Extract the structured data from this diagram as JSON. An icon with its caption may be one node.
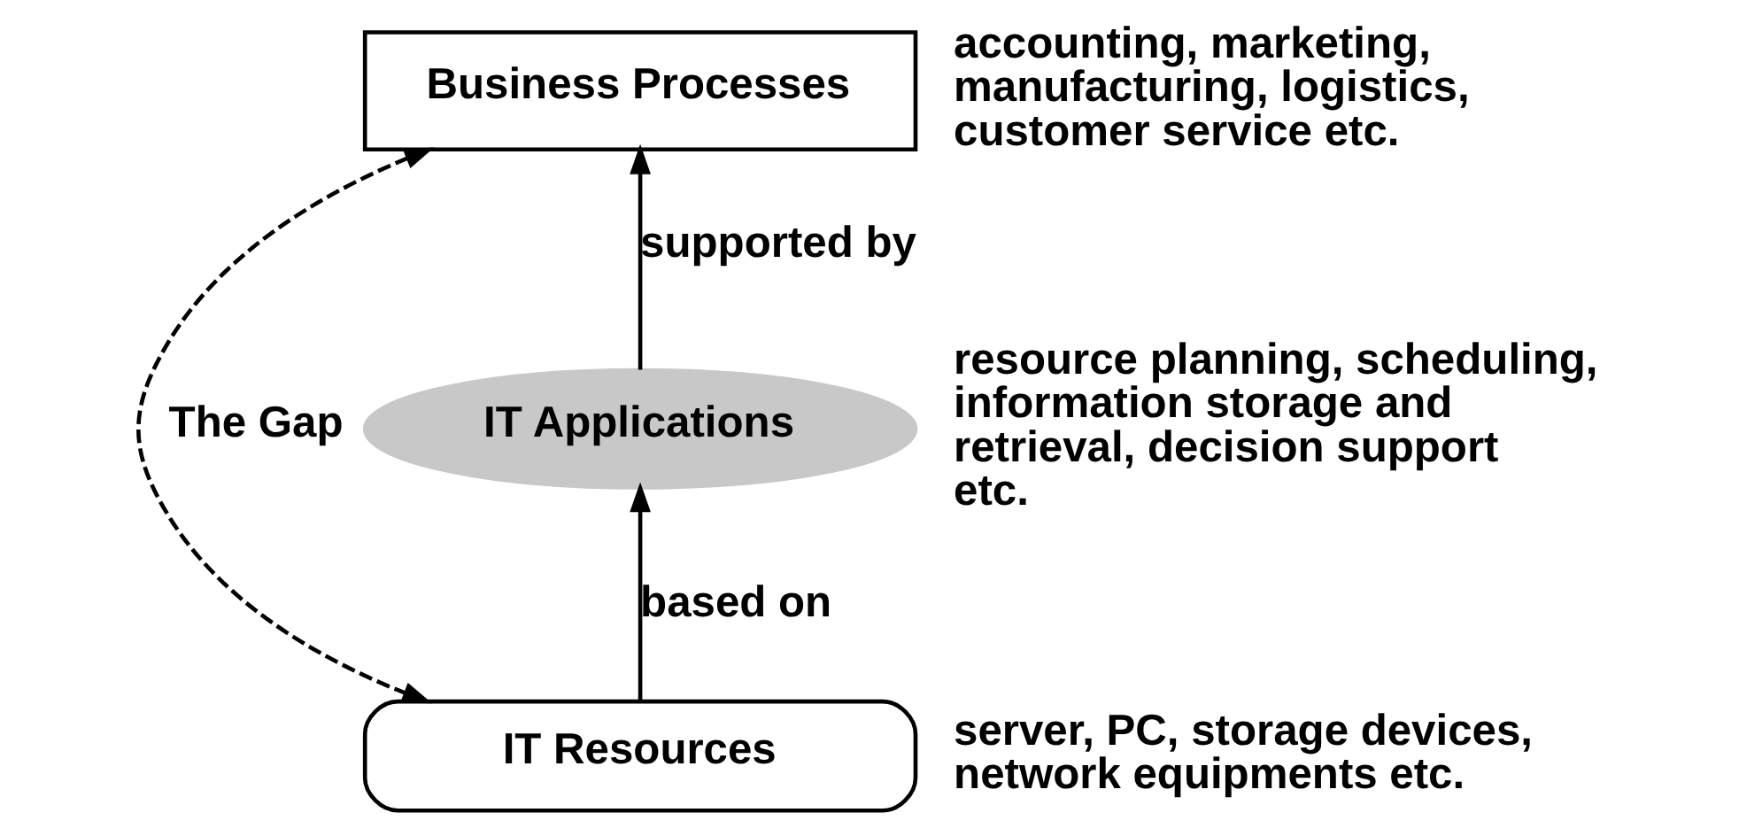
{
  "diagram": {
    "nodes": [
      {
        "text": [
          "Business Processes"
        ],
        "beside": [
          "accounting, marketing, manufacturing, logistics, customer service etc."
        ]
      },
      {
        "text": [
          "IT Applications"
        ],
        "beside": [
          "resource planning, scheduling, information storage and retrieval, decision support etc."
        ]
      },
      {
        "text": [
          "IT Resources"
        ],
        "beside": [
          "server, PC, storage devices, network equipments etc."
        ]
      }
    ],
    "edges": [
      {
        "from": 1,
        "to": 0,
        "arrow": "to",
        "label": "supported by"
      },
      {
        "from": 2,
        "to": 1,
        "arrow": "to",
        "label": "based on"
      },
      {
        "from": 0,
        "to": 2,
        "arrow": "both",
        "label": "The Gap",
        "style": "dashed"
      }
    ]
  }
}
